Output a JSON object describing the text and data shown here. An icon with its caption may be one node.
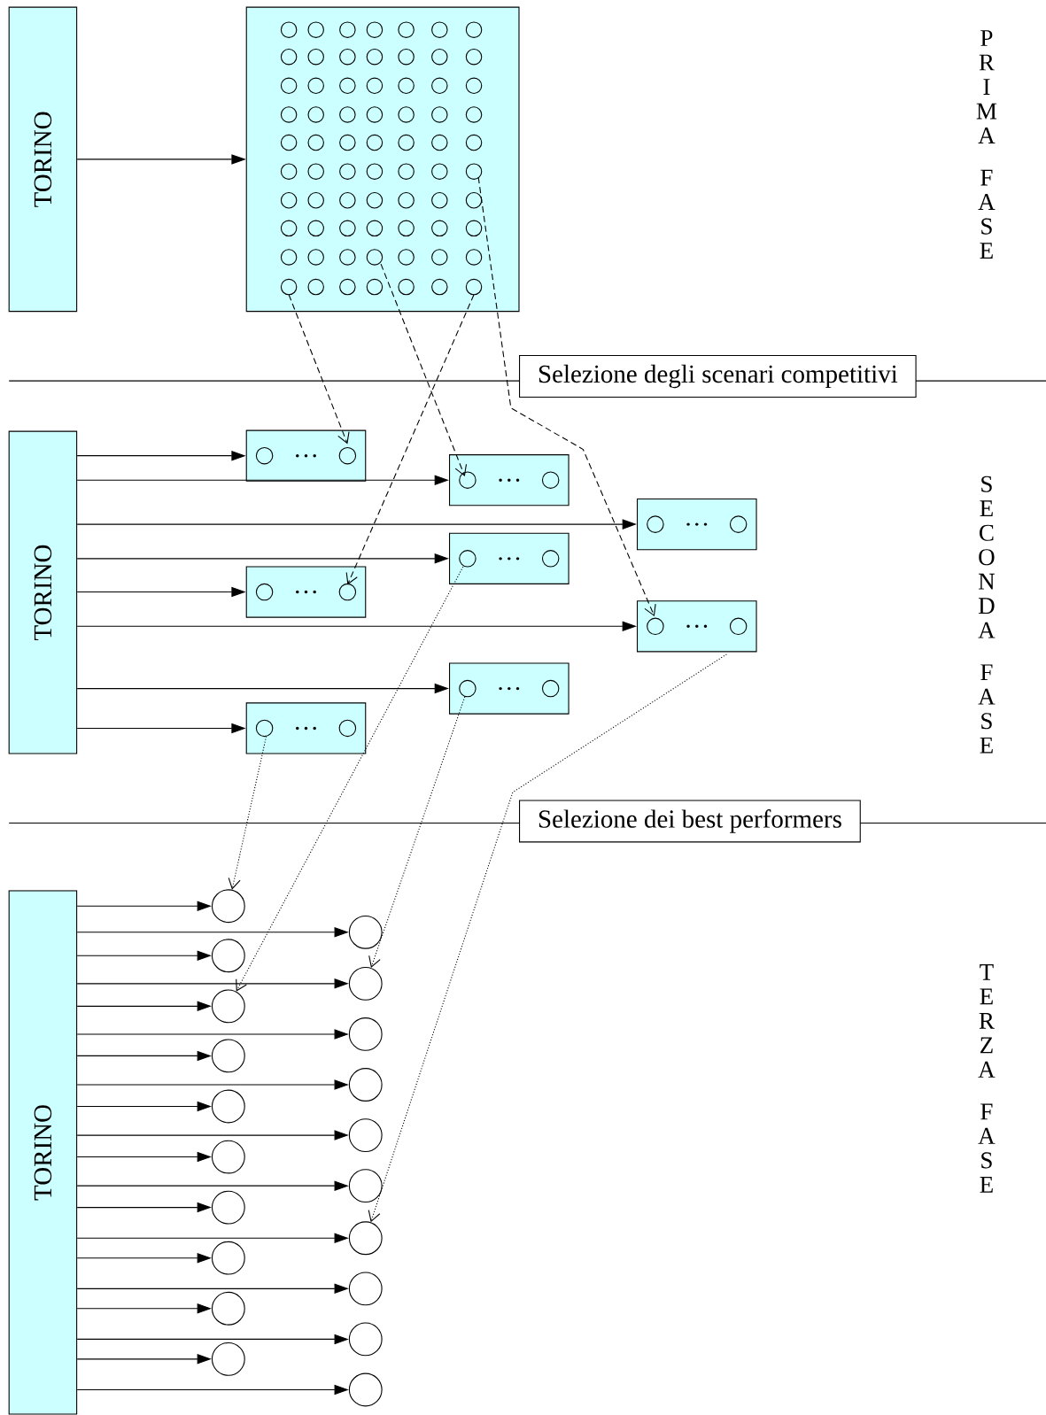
{
  "diagram": {
    "nodes": [
      {
        "text": [
          "TORINO"
        ]
      },
      {
        "text": [],
        "shape": "box"
      },
      {
        "text": [
          "Selezione degli scenari competitivi"
        ]
      },
      {
        "text": [
          "TORINO"
        ]
      },
      {
        "text": [
          "…"
        ]
      },
      {
        "text": [
          "…"
        ]
      },
      {
        "text": [
          "…"
        ]
      },
      {
        "text": [
          "…"
        ]
      },
      {
        "text": [
          "…"
        ]
      },
      {
        "text": [
          "…"
        ]
      },
      {
        "text": [
          "…"
        ]
      },
      {
        "text": [
          "…"
        ]
      },
      {
        "text": [
          "Selezione dei best performers"
        ]
      },
      {
        "text": [
          "TORINO"
        ]
      },
      {
        "text": [],
        "shape": "circle"
      },
      {
        "text": [],
        "shape": "circle"
      },
      {
        "text": [],
        "shape": "circle"
      },
      {
        "text": [],
        "shape": "circle"
      },
      {
        "text": [],
        "shape": "circle"
      },
      {
        "text": [],
        "shape": "circle"
      },
      {
        "text": [],
        "shape": "circle"
      },
      {
        "text": [],
        "shape": "circle"
      },
      {
        "text": [],
        "shape": "circle"
      },
      {
        "text": [],
        "shape": "circle"
      },
      {
        "text": [],
        "shape": "circle"
      },
      {
        "text": [],
        "shape": "circle"
      },
      {
        "text": [],
        "shape": "circle"
      },
      {
        "text": [],
        "shape": "circle"
      },
      {
        "text": [],
        "shape": "circle"
      },
      {
        "text": [],
        "shape": "circle"
      },
      {
        "text": [],
        "shape": "circle"
      },
      {
        "text": [],
        "shape": "circle"
      },
      {
        "text": [],
        "shape": "circle"
      },
      {
        "text": [],
        "shape": "circle"
      }
    ],
    "edges": [
      {
        "from": 0,
        "to": 1,
        "arrow": "to"
      },
      {
        "from": 3,
        "to": 4,
        "arrow": "to"
      },
      {
        "from": 3,
        "to": 5,
        "arrow": "to"
      },
      {
        "from": 3,
        "to": 6,
        "arrow": "to"
      },
      {
        "from": 3,
        "to": 7,
        "arrow": "to"
      },
      {
        "from": 3,
        "to": 8,
        "arrow": "to"
      },
      {
        "from": 3,
        "to": 9,
        "arrow": "to"
      },
      {
        "from": 3,
        "to": 10,
        "arrow": "to"
      },
      {
        "from": 3,
        "to": 11,
        "arrow": "to"
      },
      {
        "from": 1,
        "to": 4,
        "arrow": "to",
        "style": "dashed"
      },
      {
        "from": 1,
        "to": 5,
        "arrow": "to",
        "style": "dashed"
      },
      {
        "from": 1,
        "to": 8,
        "arrow": "to",
        "style": "dashed"
      },
      {
        "from": 1,
        "to": 9,
        "arrow": "to",
        "style": "dashed"
      },
      {
        "from": 13,
        "to": 14,
        "arrow": "to"
      },
      {
        "from": 13,
        "to": 15,
        "arrow": "to"
      },
      {
        "from": 13,
        "to": 16,
        "arrow": "to"
      },
      {
        "from": 13,
        "to": 17,
        "arrow": "to"
      },
      {
        "from": 13,
        "to": 18,
        "arrow": "to"
      },
      {
        "from": 13,
        "to": 19,
        "arrow": "to"
      },
      {
        "from": 13,
        "to": 20,
        "arrow": "to"
      },
      {
        "from": 13,
        "to": 21,
        "arrow": "to"
      },
      {
        "from": 13,
        "to": 22,
        "arrow": "to"
      },
      {
        "from": 13,
        "to": 23,
        "arrow": "to"
      },
      {
        "from": 13,
        "to": 24,
        "arrow": "to"
      },
      {
        "from": 13,
        "to": 25,
        "arrow": "to"
      },
      {
        "from": 13,
        "to": 26,
        "arrow": "to"
      },
      {
        "from": 13,
        "to": 27,
        "arrow": "to"
      },
      {
        "from": 13,
        "to": 28,
        "arrow": "to"
      },
      {
        "from": 13,
        "to": 29,
        "arrow": "to"
      },
      {
        "from": 13,
        "to": 30,
        "arrow": "to"
      },
      {
        "from": 13,
        "to": 31,
        "arrow": "to"
      },
      {
        "from": 13,
        "to": 32,
        "arrow": "to"
      },
      {
        "from": 13,
        "to": 33,
        "arrow": "to"
      },
      {
        "from": 11,
        "to": 14,
        "arrow": "to",
        "style": "dashed"
      },
      {
        "from": 7,
        "to": 18,
        "arrow": "to",
        "style": "dashed"
      },
      {
        "from": 10,
        "to": 17,
        "arrow": "to",
        "style": "dashed"
      },
      {
        "from": 9,
        "to": 27,
        "arrow": "to",
        "style": "dashed"
      }
    ],
    "labels": [
      "PRIMA FASE",
      "SECONDA FASE",
      "TERZA FASE"
    ]
  }
}
